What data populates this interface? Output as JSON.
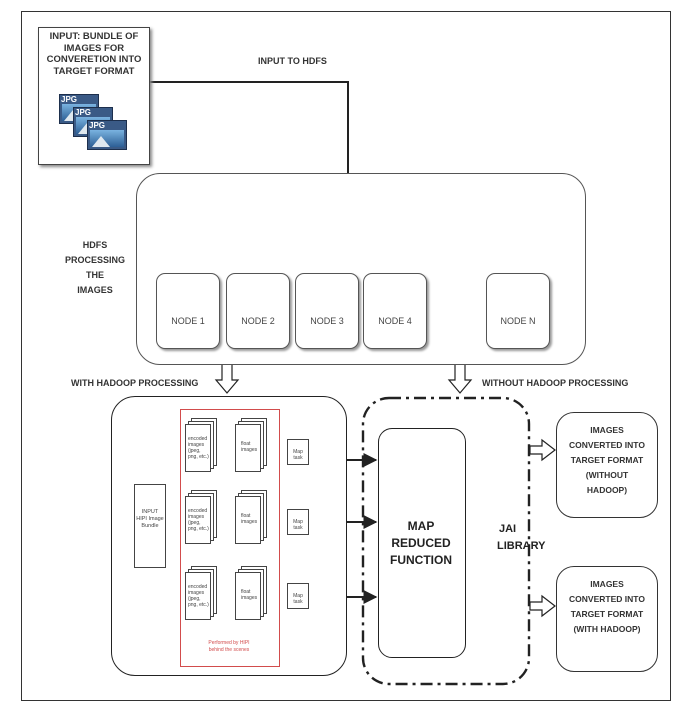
{
  "input": {
    "title": "INPUT: BUNDLE OF IMAGES FOR CONVERETION INTO TARGET FORMAT",
    "title_lines": [
      "INPUT: BUNDLE OF",
      "IMAGES FOR",
      "CONVERETION INTO",
      "TARGET FORMAT"
    ],
    "file_icons": [
      "JPG",
      "JPG",
      "JPG"
    ],
    "arrow_label": "INPUT TO HDFS"
  },
  "hdfs": {
    "label_lines": [
      "HDFS",
      "PROCESSING THE",
      "IMAGES"
    ],
    "nodes": [
      "NODE 1",
      "NODE 2",
      "NODE 3",
      "NODE 4",
      "NODE N"
    ]
  },
  "branches": {
    "with_hadoop": "WITH HADOOP PROCESSING",
    "without_hadoop": "WITHOUT HADOOP PROCESSING"
  },
  "hadoop_pipeline": {
    "input_lines": [
      "INPUT",
      "HIPI Image",
      "Bundle"
    ],
    "encoded_lines": [
      "encoded",
      "images",
      "(jpeg,",
      "png, etc.)"
    ],
    "float_lines": [
      "float",
      "images"
    ],
    "map_task": "Map task",
    "caption_lines": [
      "Performed by HIPI",
      "behind the scenes"
    ]
  },
  "map_reduce": {
    "lines": [
      "MAP",
      "REDUCED",
      "FUNCTION"
    ]
  },
  "jai": {
    "lines": [
      "JAI",
      "LIBRARY"
    ]
  },
  "outputs": {
    "without": [
      "IMAGES",
      "CONVERTED INTO",
      "TARGET FORMAT",
      "(WITHOUT",
      "HADOOP)"
    ],
    "with": [
      "IMAGES",
      "CONVERTED INTO",
      "TARGET FORMAT",
      "(WITH HADOOP)"
    ]
  },
  "colors": {
    "line": "#222222",
    "hipi_group_border": "#d24c4c",
    "icon_blue": "#3a5a86"
  }
}
